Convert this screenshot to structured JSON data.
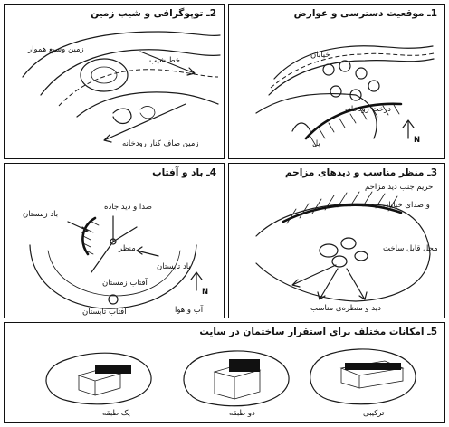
{
  "panels": {
    "p1": {
      "title": "1ـ موقعیت دسترسی و عوارض",
      "labels": {
        "street": "خیابان",
        "trees": "درخت رودخانه",
        "bridge": "پل",
        "north": "N"
      }
    },
    "p2": {
      "title": "2ـ توپوگرافی و شیب زمین",
      "labels": {
        "wide_flat": "زمین وسیع هموار",
        "slope": "خط شیب",
        "river_flat": "زمین صاف کنار رودخانه"
      }
    },
    "p3": {
      "title": "3ـ منظر مناسب و دیدهای مزاحم",
      "labels": {
        "buffer": "حریم جنب دید مزاحم",
        "street_noise": "و صدای خیابان",
        "buildable": "محل قابل ساخت",
        "view": "دید و منظره‌ی مناسب"
      }
    },
    "p4": {
      "title": "4ـ باد و آفتاب",
      "labels": {
        "noise": "صدا و دید جاده",
        "winter_wind": "باد زمستان",
        "view": "منظر",
        "summer_wind": "باد تابستان",
        "winter_sun": "آفتاب زمستان",
        "summer_sun": "آفتاب تابستان",
        "climate": "آب و هوا",
        "north": "N"
      }
    },
    "p5": {
      "title": "5ـ امکانات مختلف برای استقرار ساختمان در سایت",
      "labels": {
        "one_story": "یک طبقه",
        "two_story": "دو طبقه",
        "combo": "ترکیبی"
      }
    }
  }
}
